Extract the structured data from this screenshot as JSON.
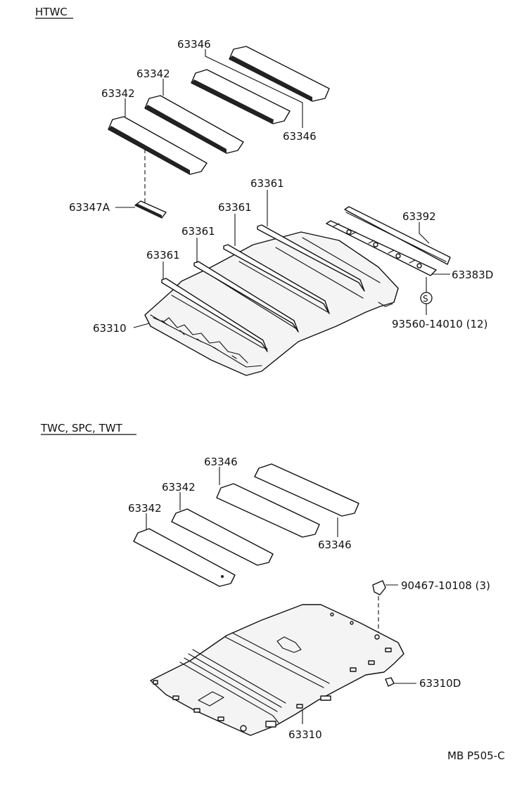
{
  "sections": {
    "top": "HTWC",
    "bottom": "TWC, SPC, TWT"
  },
  "top_labels": {
    "p63346_a": "63346",
    "p63342_a": "63342",
    "p63342_b": "63342",
    "p63346_b": "63346",
    "p63347a": "63347A",
    "p63361_a": "63361",
    "p63361_b": "63361",
    "p63361_c": "63361",
    "p63361_d": "63361",
    "p63392": "63392",
    "p63383d": "63383D",
    "p93560": "93560-14010 (12)",
    "p63310": "63310",
    "s_mark": "S"
  },
  "bottom_labels": {
    "p63346_a": "63346",
    "p63342_a": "63342",
    "p63342_b": "63342",
    "p63346_b": "63346",
    "p90467": "90467-10108 (3)",
    "p63310d": "63310D",
    "p63310": "63310"
  },
  "footer": "MB P505-C"
}
